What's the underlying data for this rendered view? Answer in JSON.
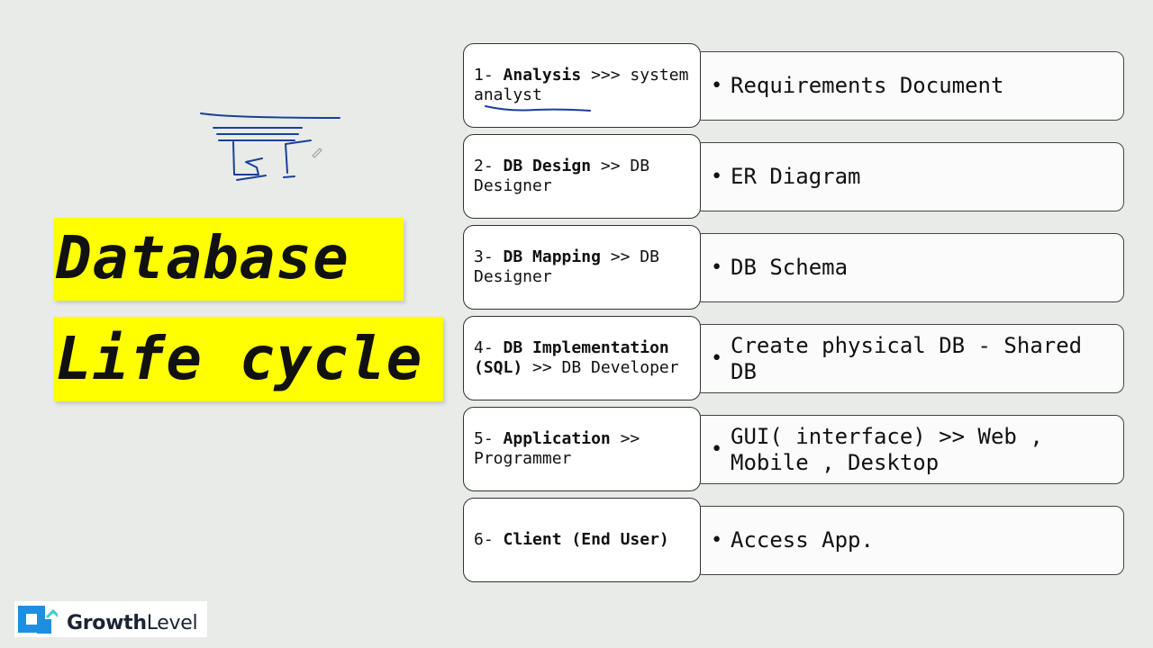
{
  "title": {
    "line1": "Database",
    "line2": "Life cycle"
  },
  "steps": [
    {
      "number": "1-",
      "bold": "Analysis",
      "rest": ">>> system analyst",
      "output": "Requirements Document"
    },
    {
      "number": "2-",
      "bold": "DB Design",
      "rest": ">> DB Designer",
      "output": "ER Diagram"
    },
    {
      "number": "3-",
      "bold": "DB Mapping",
      "rest": ">> DB Designer",
      "output": "DB Schema"
    },
    {
      "number": "4-",
      "bold": "DB Implementation (SQL)",
      "rest": ">> DB Developer",
      "output": "Create physical DB - Shared DB"
    },
    {
      "number": "5-",
      "bold": "Application",
      "rest": ">> Programmer",
      "output": "GUI( interface) >> Web , Mobile , Desktop"
    },
    {
      "number": "6-",
      "bold": "Client (End User)",
      "rest": "",
      "output": "Access App."
    }
  ],
  "bullet": "•",
  "logo": {
    "bold": "Growth",
    "regular": "Level",
    "mark_color": "#1e8fe0",
    "arrow_color": "#3fd0c8"
  },
  "colors": {
    "highlight": "#ffff00",
    "ink": "#1a3f9a"
  }
}
